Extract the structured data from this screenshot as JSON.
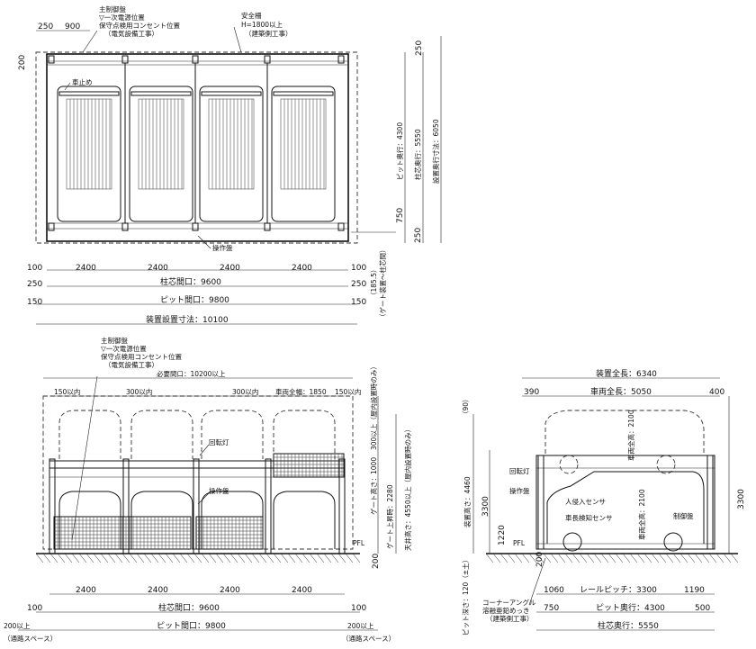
{
  "plan": {
    "top_notes": {
      "main_panel": "主制御盤",
      "primary_power": "▽一次電源位置",
      "maint_outlet": "保守点検用コンセント位置",
      "electrical_work": "（電気設備工事）",
      "guard_rail": "安全柵",
      "guard_height": "H=1800以上",
      "building_work": "（建築側工事）",
      "wheel_stop": "車止め",
      "operation_panel": "操作盤"
    },
    "top_dims": [
      "250",
      "900"
    ],
    "left_dim": "200",
    "right_dims": {
      "top": "250",
      "pit_depth": "ピット奥行：4300",
      "post_depth": "柱芯奥行：5550",
      "install_depth": "設置奥行寸法：6050",
      "v750": "750",
      "v250": "250",
      "gate_area": "（185.5）",
      "gate_note": "（ゲート装置～柱芯間）"
    },
    "bays": [
      "2400",
      "2400",
      "2400",
      "2400"
    ],
    "end_left": "100",
    "end_right": "100",
    "post_span": "柱芯間口：9600",
    "side250_left": "250",
    "side250_right": "250",
    "pit_width": "ピット間口：9800",
    "side150_left": "150",
    "side150_right": "150",
    "install_width": "装置設置寸法：10100"
  },
  "front": {
    "notes": {
      "main_panel": "主制御盤",
      "primary_power": "▽一次電源位置",
      "maint_outlet": "保守点検用コンセント位置",
      "electrical_work": "（電気設備工事）",
      "rotating_lamp": "回転灯",
      "operation_panel": "操作盤"
    },
    "required_width": "必要間口：10200以上",
    "top_offsets": [
      "150以内",
      "300以内",
      "300以内",
      "車両全幅：1850",
      "150以内"
    ],
    "vert": {
      "clearance": "300以上（屋内設置時のみ）",
      "gate_height": "ゲート高さ：1000",
      "gate_lift": "ゲート上昇時：2280",
      "ceiling": "天井高さ：4550以上（屋内設置時のみ）",
      "base": "200",
      "fl": "PFL"
    },
    "bays": [
      "2400",
      "2400",
      "2400",
      "2400"
    ],
    "end_left": "100",
    "end_right": "100",
    "post_span": "柱芯間口：9600",
    "clear_left": "200以上",
    "clear_right": "200以上",
    "clear_left_note": "（通路スペース）",
    "clear_right_note": "（通路スペース）",
    "pit_width": "ピット間口：9800"
  },
  "side": {
    "total_length": "装置全長：6340",
    "vehicle_length": "車両全長：5050",
    "top_left": "390",
    "top_right": "400",
    "top_90": "（90）",
    "vert": {
      "install_height": "装置高さ：4460",
      "h3300_left": "3300",
      "h1220": "1220",
      "h3300_right": "3300",
      "upper_vehicle_height": "車両全高：2100",
      "lower_vehicle_height": "車両全高：2100",
      "pit_depth": "ピット深さ：120（±土）",
      "base": "200",
      "fl": "PFL"
    },
    "notes": {
      "rotating_lamp": "回転灯",
      "operation_panel": "操作盤",
      "person_sensor": "人侵入センサ",
      "vehicle_sensor": "車長検知センサ",
      "control_panel": "制御盤",
      "corner_angle": "コーナーアングル",
      "galvanized": "溶融亜鉛めっき",
      "building_work": "（建築側工事）"
    },
    "bottom": {
      "left_1060": "1060",
      "rail_pitch": "レールピッチ：3300",
      "right_1190": "1190",
      "left_750": "750",
      "pit_depth": "ピット奥行：4300",
      "right_500": "500",
      "post_depth": "柱芯奥行：5550"
    }
  }
}
